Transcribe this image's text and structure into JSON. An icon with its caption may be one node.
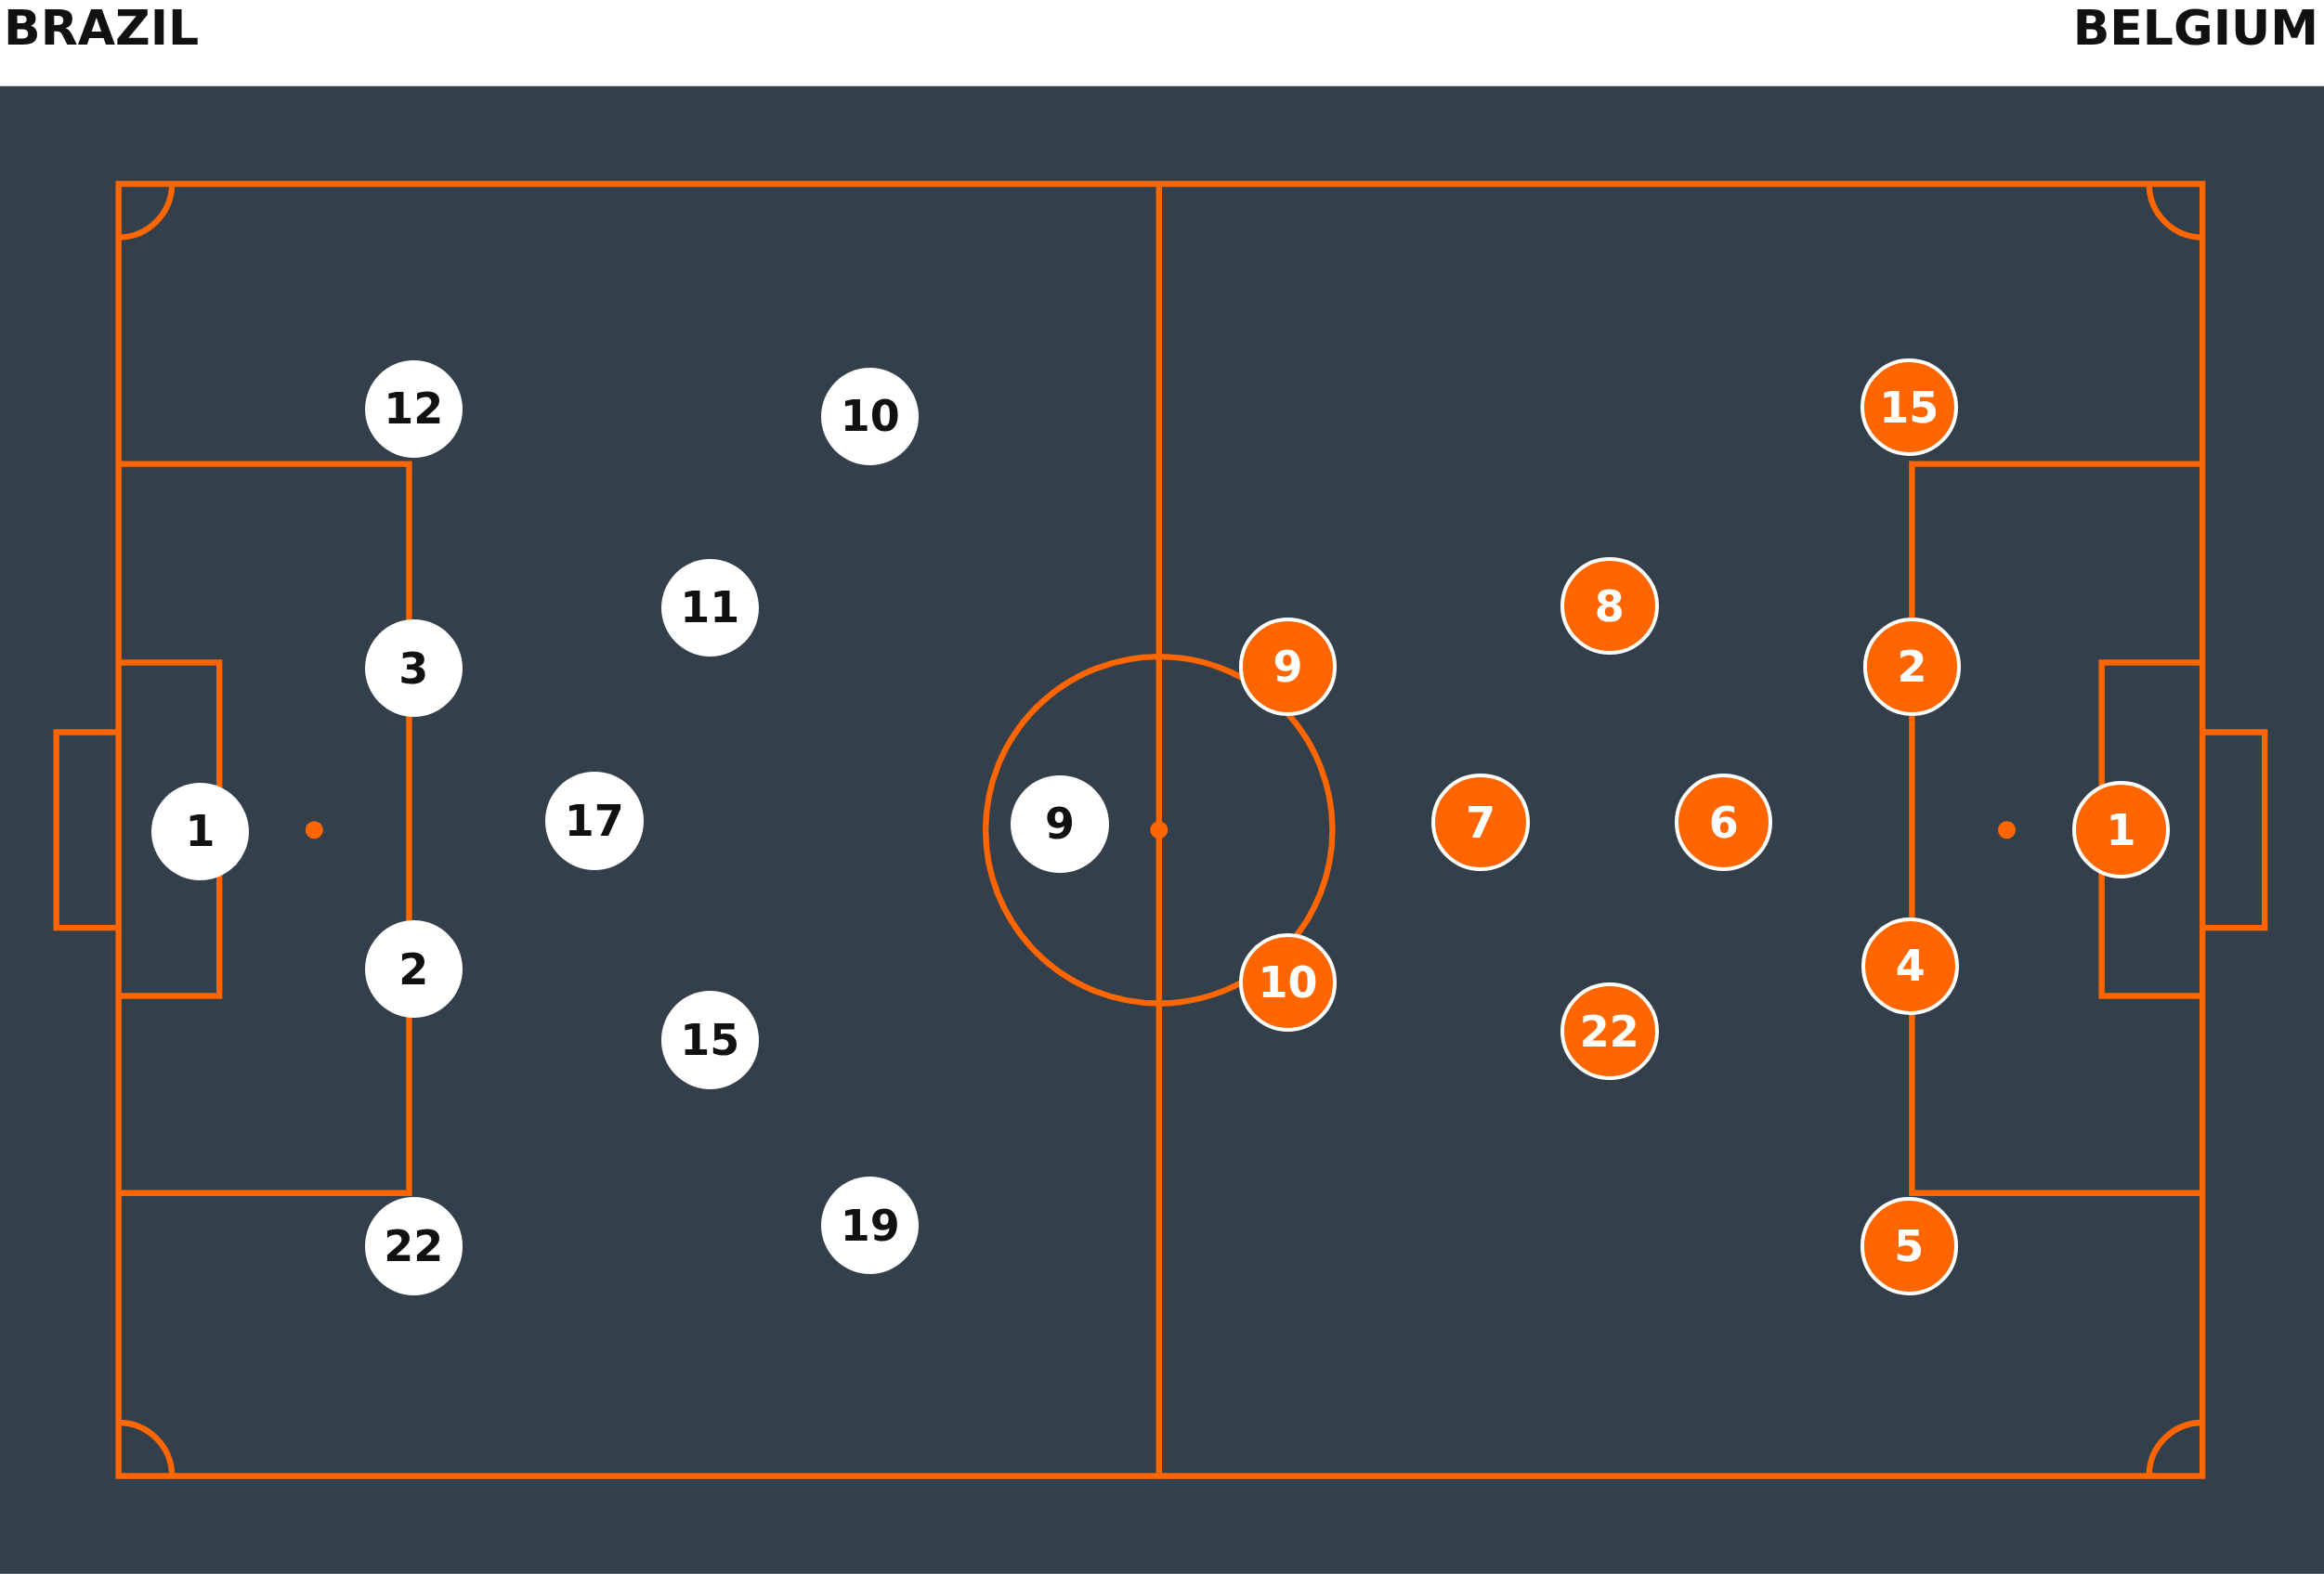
{
  "diagram": {
    "nodes": [
      {
        "text": [
          "12"
        ]
      },
      {
        "text": [
          "10"
        ]
      },
      {
        "text": [
          "11"
        ]
      },
      {
        "text": [
          "3"
        ]
      },
      {
        "text": [
          "1"
        ]
      },
      {
        "text": [
          "17"
        ]
      },
      {
        "text": [
          "9"
        ]
      },
      {
        "text": [
          "2"
        ]
      },
      {
        "text": [
          "15"
        ]
      },
      {
        "text": [
          "22"
        ]
      },
      {
        "text": [
          "19"
        ]
      },
      {
        "text": [
          "15"
        ]
      },
      {
        "text": [
          "8"
        ]
      },
      {
        "text": [
          "9"
        ]
      },
      {
        "text": [
          "2"
        ]
      },
      {
        "text": [
          "7"
        ]
      },
      {
        "text": [
          "6"
        ]
      },
      {
        "text": [
          "1"
        ]
      },
      {
        "text": [
          "10"
        ]
      },
      {
        "text": [
          "4"
        ]
      },
      {
        "text": [
          "22"
        ]
      },
      {
        "text": [
          "5"
        ]
      }
    ],
    "edges": [],
    "labels": [
      "BRAZIL",
      "BELGIUM"
    ]
  }
}
